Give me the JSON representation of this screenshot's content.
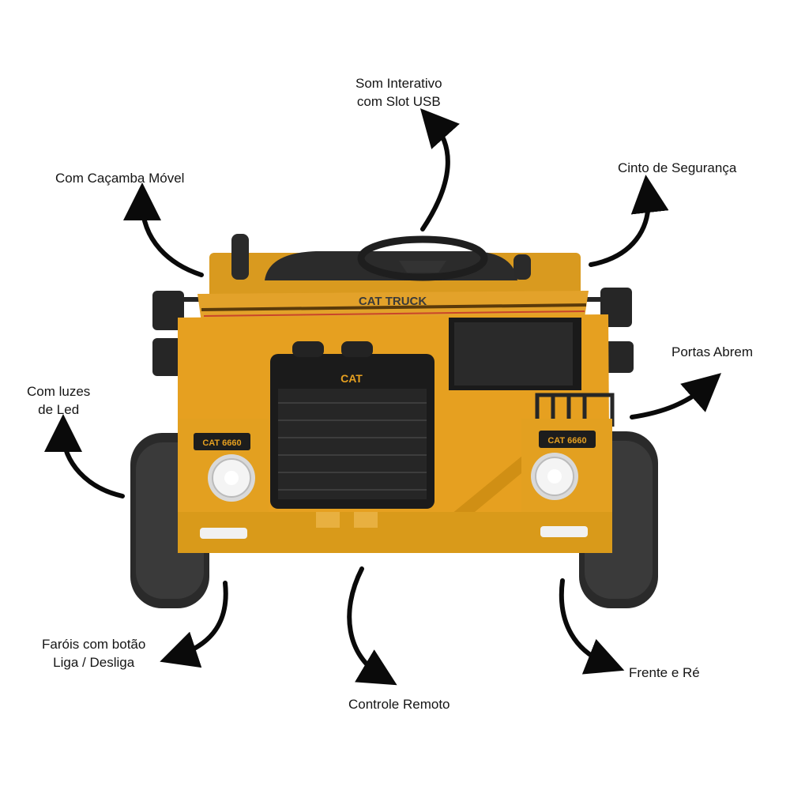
{
  "colors": {
    "body_yellow": "#e6a020",
    "body_dark": "#b8780e",
    "tire": "#2a2a2a",
    "grille": "#1b1b1b",
    "arrow": "#0a0a0a"
  },
  "features": {
    "som": {
      "line1": "Som Interativo",
      "line2": "com Slot USB"
    },
    "cacamba": {
      "line1": "Com Caçamba Móvel"
    },
    "cinto": {
      "line1": "Cinto de Segurança"
    },
    "portas": {
      "line1": "Portas Abrem"
    },
    "luzes": {
      "line1": "Com luzes",
      "line2": "de Led"
    },
    "farois": {
      "line1": "Faróis com botão",
      "line2": "Liga / Desliga"
    },
    "controle": {
      "line1": "Controle Remoto"
    },
    "frente": {
      "line1": "Frente e Ré"
    }
  },
  "truck": {
    "hood_logo": "CAT TRUCK",
    "grille_logo": "CAT",
    "badge_left": "CAT 6660",
    "badge_right": "CAT 6660"
  }
}
